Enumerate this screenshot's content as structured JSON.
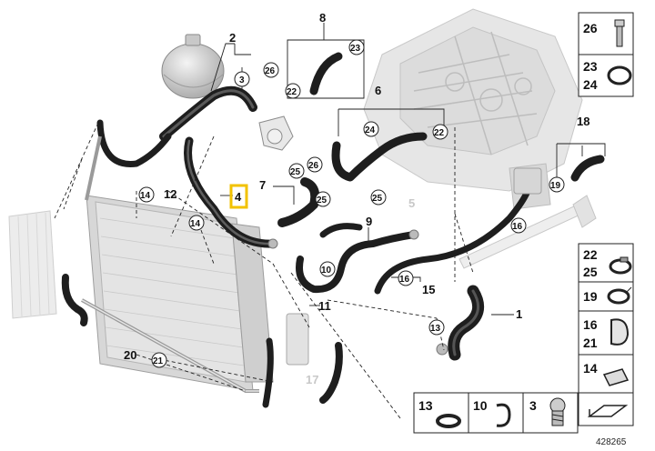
{
  "diagram": {
    "image_id": "428265",
    "highlighted_label": "4",
    "labels": {
      "l1": "1",
      "l2": "2",
      "l4": "4",
      "l5": "5",
      "l6": "6",
      "l7": "7",
      "l8": "8",
      "l9": "9",
      "l11": "11",
      "l12": "12",
      "l15": "15",
      "l17": "17",
      "l18": "18",
      "l20": "20"
    },
    "circled": {
      "c3": "3",
      "c10": "10",
      "c13": "13",
      "c14a": "14",
      "c14b": "14",
      "c16a": "16",
      "c16b": "16",
      "c19": "19",
      "c21": "21",
      "c22a": "22",
      "c22b": "22",
      "c23": "23",
      "c24": "24",
      "c25a": "25",
      "c25b": "25",
      "c25c": "25",
      "c26a": "26",
      "c26b": "26"
    },
    "legend_right": [
      {
        "num": "26"
      },
      {
        "num": "23",
        "num2": "24"
      },
      {
        "num": "22",
        "num2": "25"
      },
      {
        "num": "19"
      },
      {
        "num": "16",
        "num2": "21"
      },
      {
        "num": "14"
      }
    ],
    "legend_bottom": [
      {
        "num": "13"
      },
      {
        "num": "10"
      },
      {
        "num": "3"
      }
    ]
  }
}
